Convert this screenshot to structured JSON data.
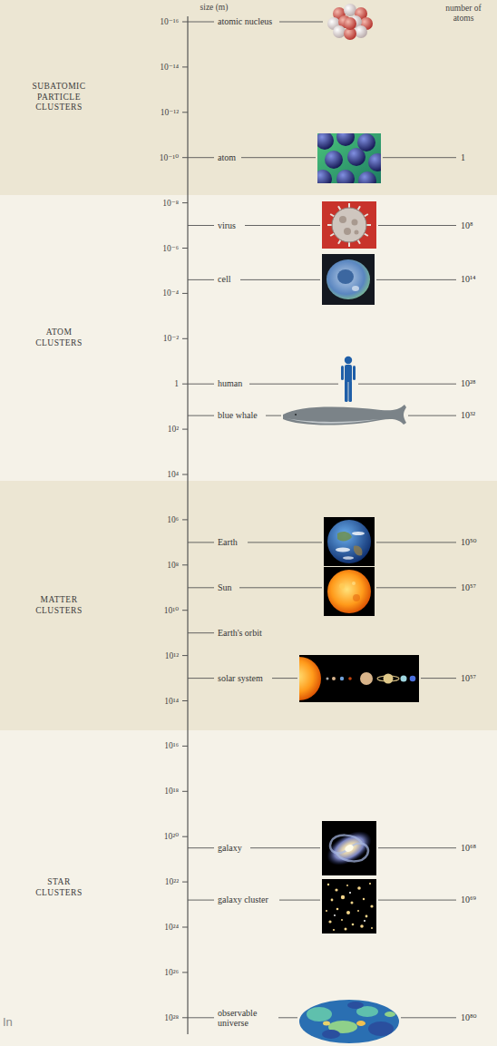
{
  "diagram": {
    "nodes": [
      {
        "text": [
          "SUBATOMIC PARTICLE CLUSTERS"
        ]
      },
      {
        "text": [
          "ATOM CLUSTERS"
        ]
      },
      {
        "text": [
          "MATTER CLUSTERS"
        ]
      },
      {
        "text": [
          "STAR CLUSTERS"
        ]
      }
    ],
    "labels": [
      "size (m)",
      "number of atoms",
      "10⁻¹⁶",
      "10⁻¹⁴",
      "10⁻¹²",
      "10⁻¹⁰",
      "10⁻⁸",
      "10⁻⁶",
      "10⁻⁴",
      "10⁻²",
      "1",
      "10²",
      "10⁴",
      "10⁶",
      "10⁸",
      "10¹⁰",
      "10¹²",
      "10¹⁴",
      "10¹⁶",
      "10¹⁸",
      "10²⁰",
      "10²²",
      "10²⁴",
      "10²⁶",
      "10²⁸",
      "atomic nucleus",
      "atom",
      "virus",
      "cell",
      "human",
      "blue whale",
      "Earth",
      "Sun",
      "Earth's orbit",
      "solar system",
      "galaxy",
      "galaxy cluster",
      "observable universe",
      "1",
      "10⁸",
      "10¹⁴",
      "10²⁸",
      "10³²",
      "10⁵⁰",
      "10⁵⁷",
      "10⁵⁷",
      "10⁶⁸",
      "10⁶⁹",
      "10⁸⁰",
      "In"
    ]
  }
}
